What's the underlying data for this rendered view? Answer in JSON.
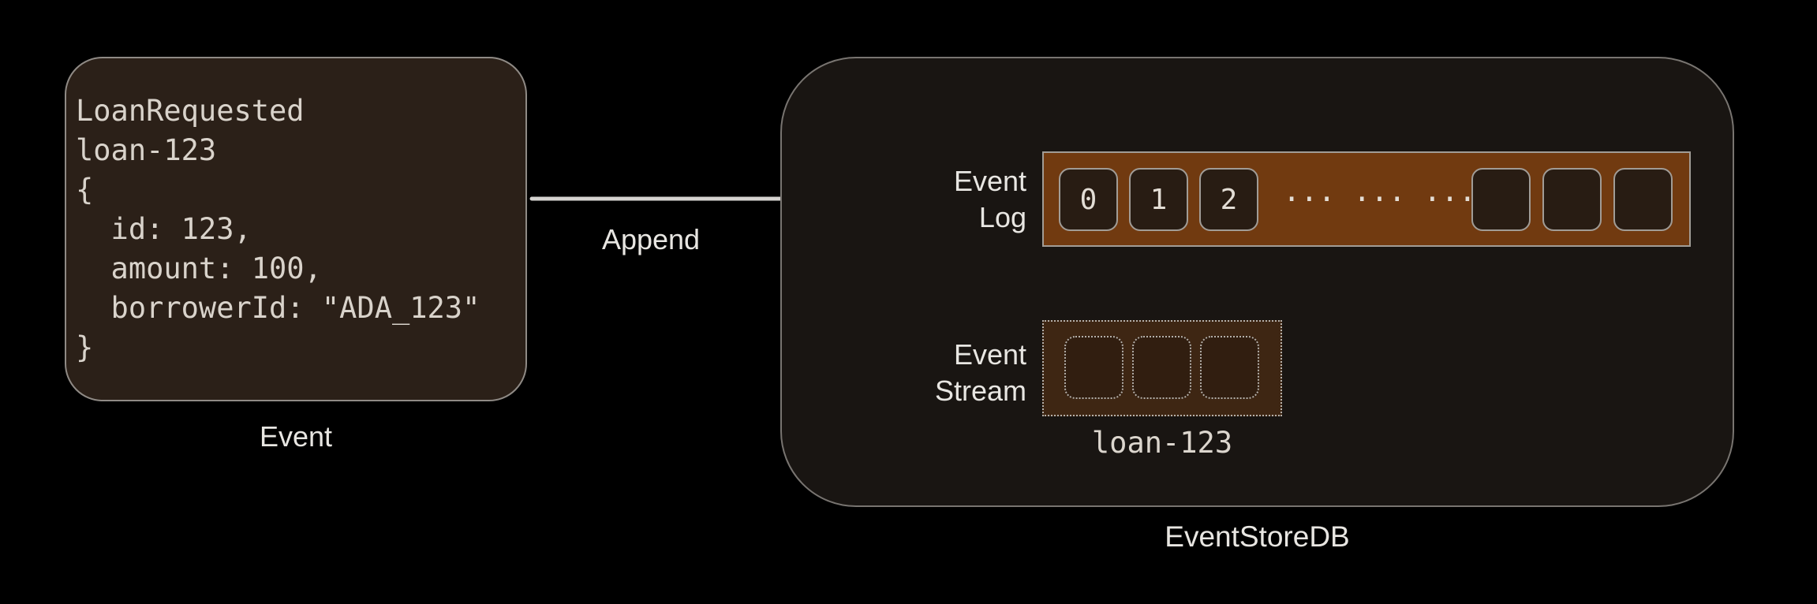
{
  "event_card": {
    "code": "LoanRequested\nloan-123\n{\n  id: 123,\n  amount: 100,\n  borrowerId: \"ADA_123\"\n}",
    "caption": "Event"
  },
  "append": {
    "label": "Append"
  },
  "eventstoredb": {
    "caption": "EventStoreDB",
    "event_log": {
      "label_line1": "Event",
      "label_line2": "Log",
      "cells": [
        "0",
        "1",
        "2"
      ],
      "ellipsis": "... ... ...",
      "trailing_empty_cells": 3
    },
    "event_stream": {
      "label_line1": "Event",
      "label_line2": "Stream",
      "empty_cells": 3,
      "name": "loan-123"
    }
  },
  "colors": {
    "background": "#000000",
    "event_card_fill": "#2b2018",
    "event_log_bar_fill": "#713a10",
    "event_stream_fill": "#3e2613",
    "cell_fill": "#281c13",
    "border_gray": "#8f8a85",
    "arrow": "#d5d3d0",
    "label_text": "#e8e6e2",
    "code_text": "#d9d3cb"
  }
}
